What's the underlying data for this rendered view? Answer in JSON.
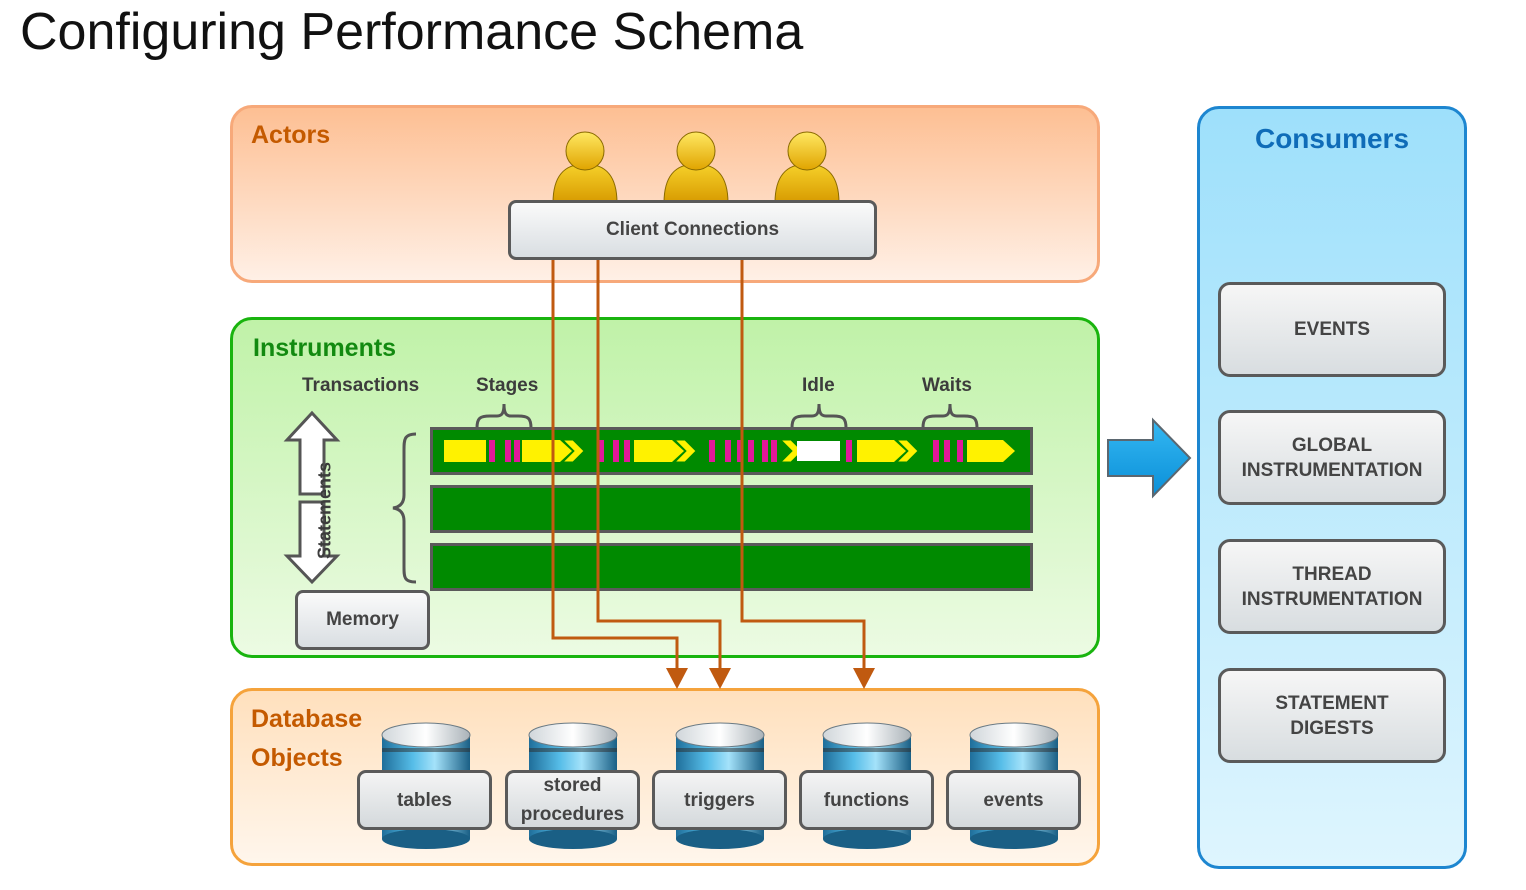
{
  "title": "Configuring Performance Schema",
  "actors": {
    "title": "Actors",
    "client_connections": "Client Connections"
  },
  "instruments": {
    "title": "Instruments",
    "labels": {
      "transactions": "Transactions",
      "stages": "Stages",
      "idle": "Idle",
      "waits": "Waits",
      "statements": "Statements"
    },
    "memory": "Memory"
  },
  "database_objects": {
    "title_line1": "Database",
    "title_line2": "Objects",
    "items": [
      "tables",
      "stored\nprocedures",
      "triggers",
      "functions",
      "events"
    ]
  },
  "consumers": {
    "title": "Consumers",
    "items": [
      "EVENTS",
      "GLOBAL\nINSTRUMENTATION",
      "THREAD\nINSTRUMENTATION",
      "STATEMENT\nDIGESTS"
    ]
  },
  "colors": {
    "actors": "#fdbf93",
    "instruments": "#c0f2a8",
    "database_objects": "#ffe0bd",
    "consumers": "#9ee0fb",
    "connector": "#c05a10",
    "arrow": "#0aa2e8"
  }
}
